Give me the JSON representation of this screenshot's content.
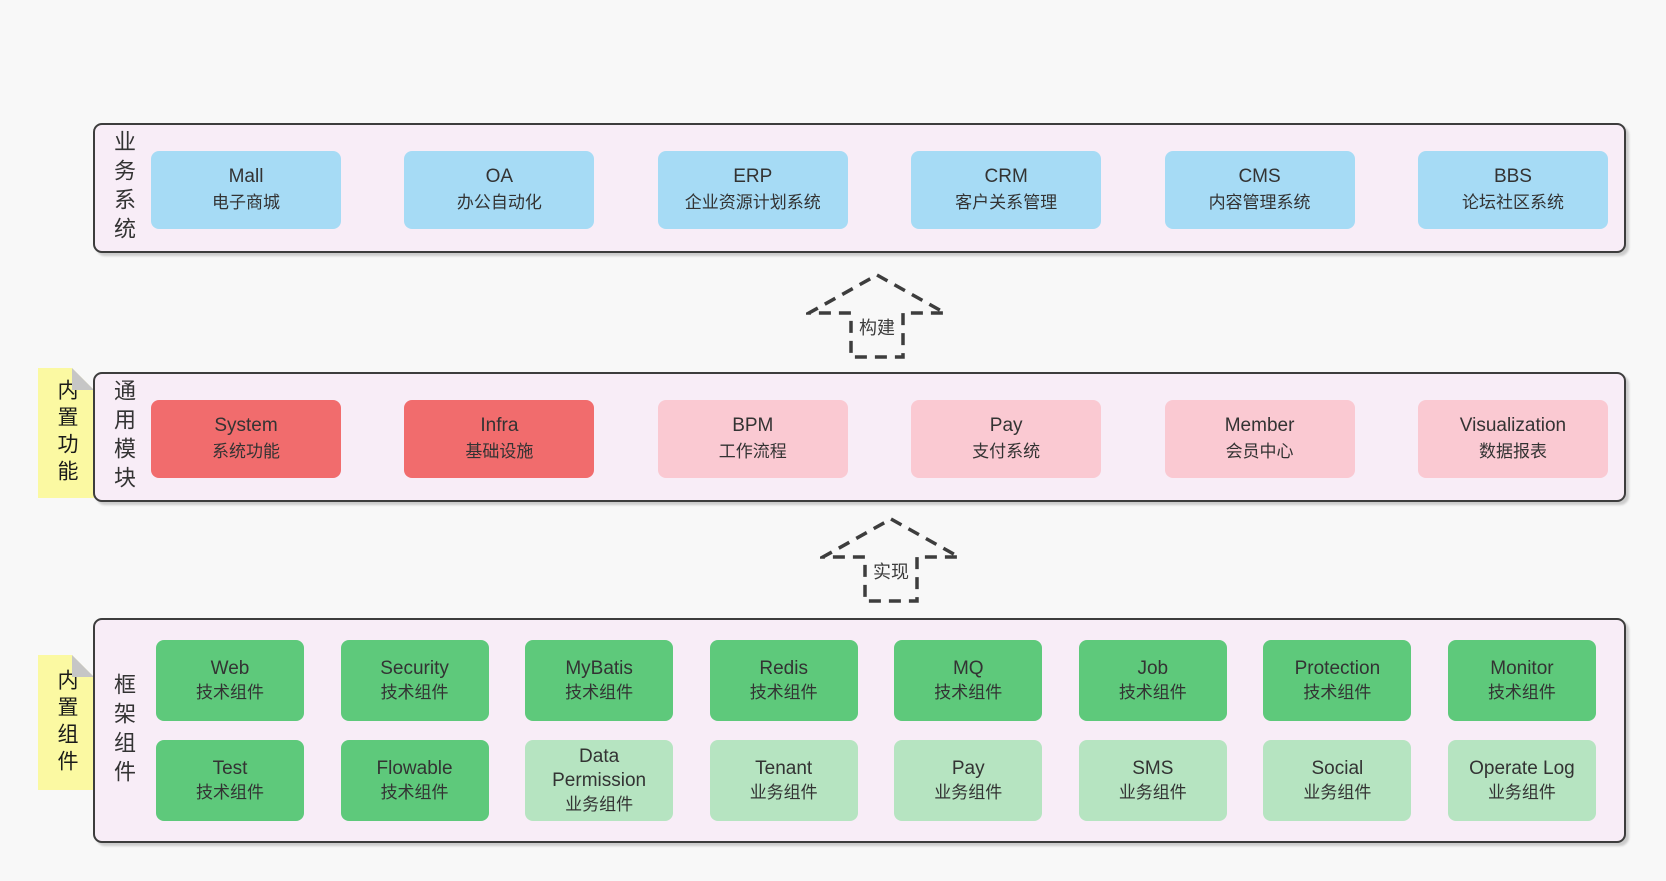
{
  "colors": {
    "page_bg": "#f8f8f8",
    "band_bg": "#f8edf7",
    "band_border": "#3d3d3d",
    "blue_box": "#a6dbf5",
    "red_box": "#f16c6d",
    "pink_box": "#fac9d2",
    "green_box": "#5ec97b",
    "light_green_box": "#b6e4c1",
    "sticky_yellow": "#fbf9a2",
    "fold_gray": "#c6c6c6",
    "text": "#333333"
  },
  "arrows": {
    "build": "构建",
    "implement": "实现"
  },
  "bands": {
    "business": {
      "label": "业务系统",
      "boxes": [
        {
          "name": "Mall",
          "desc": "电子商城"
        },
        {
          "name": "OA",
          "desc": "办公自动化"
        },
        {
          "name": "ERP",
          "desc": "企业资源计划系统"
        },
        {
          "name": "CRM",
          "desc": "客户关系管理"
        },
        {
          "name": "CMS",
          "desc": "内容管理系统"
        },
        {
          "name": "BBS",
          "desc": "论坛社区系统"
        }
      ]
    },
    "modules": {
      "label": "通用模块",
      "sticky": "内置功能",
      "boxes": [
        {
          "name": "System",
          "desc": "系统功能"
        },
        {
          "name": "Infra",
          "desc": "基础设施"
        },
        {
          "name": "BPM",
          "desc": "工作流程"
        },
        {
          "name": "Pay",
          "desc": "支付系统"
        },
        {
          "name": "Member",
          "desc": "会员中心"
        },
        {
          "name": "Visualization",
          "desc": "数据报表"
        }
      ]
    },
    "components": {
      "label": "框架组件",
      "sticky": "内置组件",
      "rows": [
        [
          {
            "name": "Web",
            "desc": "技术组件"
          },
          {
            "name": "Security",
            "desc": "技术组件"
          },
          {
            "name": "MyBatis",
            "desc": "技术组件"
          },
          {
            "name": "Redis",
            "desc": "技术组件"
          },
          {
            "name": "MQ",
            "desc": "技术组件"
          },
          {
            "name": "Job",
            "desc": "技术组件"
          },
          {
            "name": "Protection",
            "desc": "技术组件"
          },
          {
            "name": "Monitor",
            "desc": "技术组件"
          }
        ],
        [
          {
            "name": "Test",
            "desc": "技术组件"
          },
          {
            "name": "Flowable",
            "desc": "技术组件"
          },
          {
            "name": "Data Permission",
            "desc": "业务组件"
          },
          {
            "name": "Tenant",
            "desc": "业务组件"
          },
          {
            "name": "Pay",
            "desc": "业务组件"
          },
          {
            "name": "SMS",
            "desc": "业务组件"
          },
          {
            "name": "Social",
            "desc": "业务组件"
          },
          {
            "name": "Operate Log",
            "desc": "业务组件"
          }
        ]
      ]
    }
  }
}
